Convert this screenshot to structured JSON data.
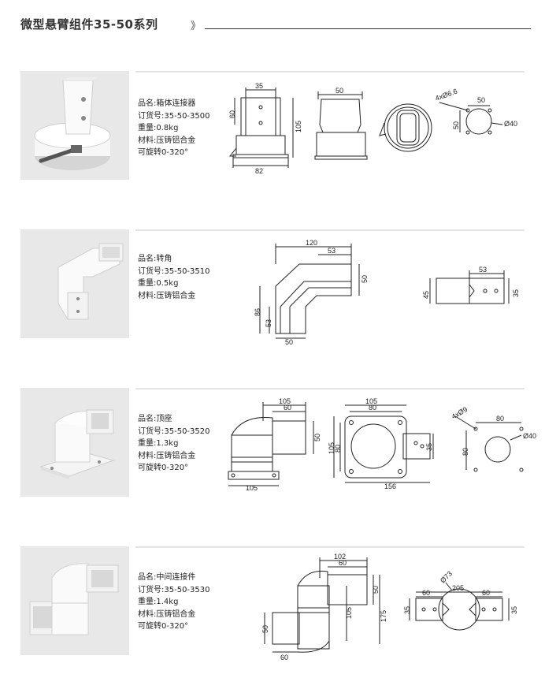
{
  "header": {
    "title": "微型悬臂组件35-50系列",
    "arrows": "》"
  },
  "products": [
    {
      "specs": [
        "品名:箱体连接器",
        "订货号:35-50-3500",
        "重量:0.8kg",
        "材料:压铸铝合金",
        "可旋转0-320°"
      ],
      "dims": {
        "front_width": "35",
        "front_left": "60",
        "front_height": "105",
        "front_base": "82",
        "side_width": "50",
        "holes": "4xØ6.6",
        "pattern_w": "50",
        "pattern_h": "50",
        "bore": "Ø40"
      }
    },
    {
      "specs": [
        "品名:转角",
        "订货号:35-50-3510",
        "重量:0.5kg",
        "材料:压铸铝合金"
      ],
      "dims": {
        "overall_width": "120",
        "arm_width": "53",
        "arm_height": "50",
        "overall_height": "86",
        "inner_height": "53",
        "base_width": "50",
        "top_width": "53",
        "side_left": "45",
        "side_right": "35"
      }
    },
    {
      "specs": [
        "品名:顶座",
        "订货号:35-50-3520",
        "重量:1.3kg",
        "材料:压铸铝合金",
        "可旋转0-320°"
      ],
      "dims": {
        "front_top": "105",
        "front_arm": "60",
        "front_right": "50",
        "front_base": "105",
        "top_w1": "105",
        "top_w2": "80",
        "top_h1": "105",
        "top_h2": "80",
        "top_side": "35",
        "top_total": "156",
        "holes": "4xØ9",
        "pattern_w": "80",
        "pattern_h": "80",
        "bore": "Ø40"
      }
    },
    {
      "specs": [
        "品名:中间连接件",
        "订货号:35-50-3530",
        "重量:1.4kg",
        "材料:压铸铝合金",
        "可旋转0-320°"
      ],
      "dims": {
        "top_width": "102",
        "arm_width": "60",
        "right_upper": "50",
        "inner_height": "105",
        "total_height": "175",
        "left_lower": "50",
        "bottom_width": "60",
        "ring": "Ø73",
        "span": "205",
        "left_arm": "60",
        "right_arm": "60",
        "left_side": "35",
        "right_side": "35"
      }
    }
  ],
  "colors": {
    "photo_bg": "#e8e8e8",
    "rule": "#e4e4e4",
    "line": "#222222"
  }
}
